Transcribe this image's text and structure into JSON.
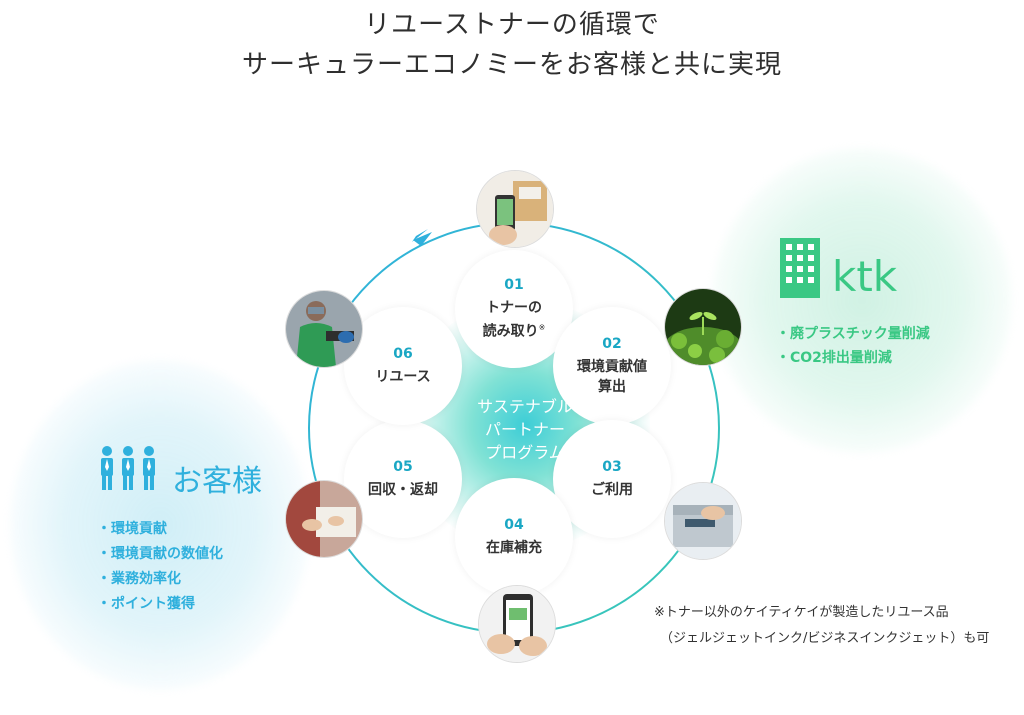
{
  "title": {
    "line1": "リユーストナーの循環で",
    "line2": "サーキュラーエコノミーをお客様と共に実現"
  },
  "center_label": [
    "サステナブル",
    "パートナー",
    "プログラム"
  ],
  "stages": [
    {
      "number": "01",
      "label_line1": "トナーの",
      "label_line2": "読み取り",
      "mark": "※"
    },
    {
      "number": "02",
      "label_line1": "環境貢献値",
      "label_line2": "算出"
    },
    {
      "number": "03",
      "label_line1": "ご利用",
      "label_line2": ""
    },
    {
      "number": "04",
      "label_line1": "在庫補充",
      "label_line2": ""
    },
    {
      "number": "05",
      "label_line1": "回収・返却",
      "label_line2": ""
    },
    {
      "number": "06",
      "label_line1": "リユース",
      "label_line2": ""
    }
  ],
  "ktk": {
    "name": "ktk",
    "items": [
      "・廃プラスチック量削減",
      "・CO2排出量削減"
    ],
    "color": "#3ac884"
  },
  "customer": {
    "name": "お客様",
    "items": [
      "・環境貢献",
      "・環境貢献の数値化",
      "・業務効率化",
      "・ポイント獲得"
    ],
    "color": "#2fb0dd"
  },
  "note": {
    "line1": "※トナー以外のケイティケイが製造したリユース品",
    "line2": "（ジェルジェットインク/ビジネスインクジェット）も可"
  },
  "colors": {
    "accent_teal": "#1aa7c4",
    "ring": "#2fb0dd"
  }
}
